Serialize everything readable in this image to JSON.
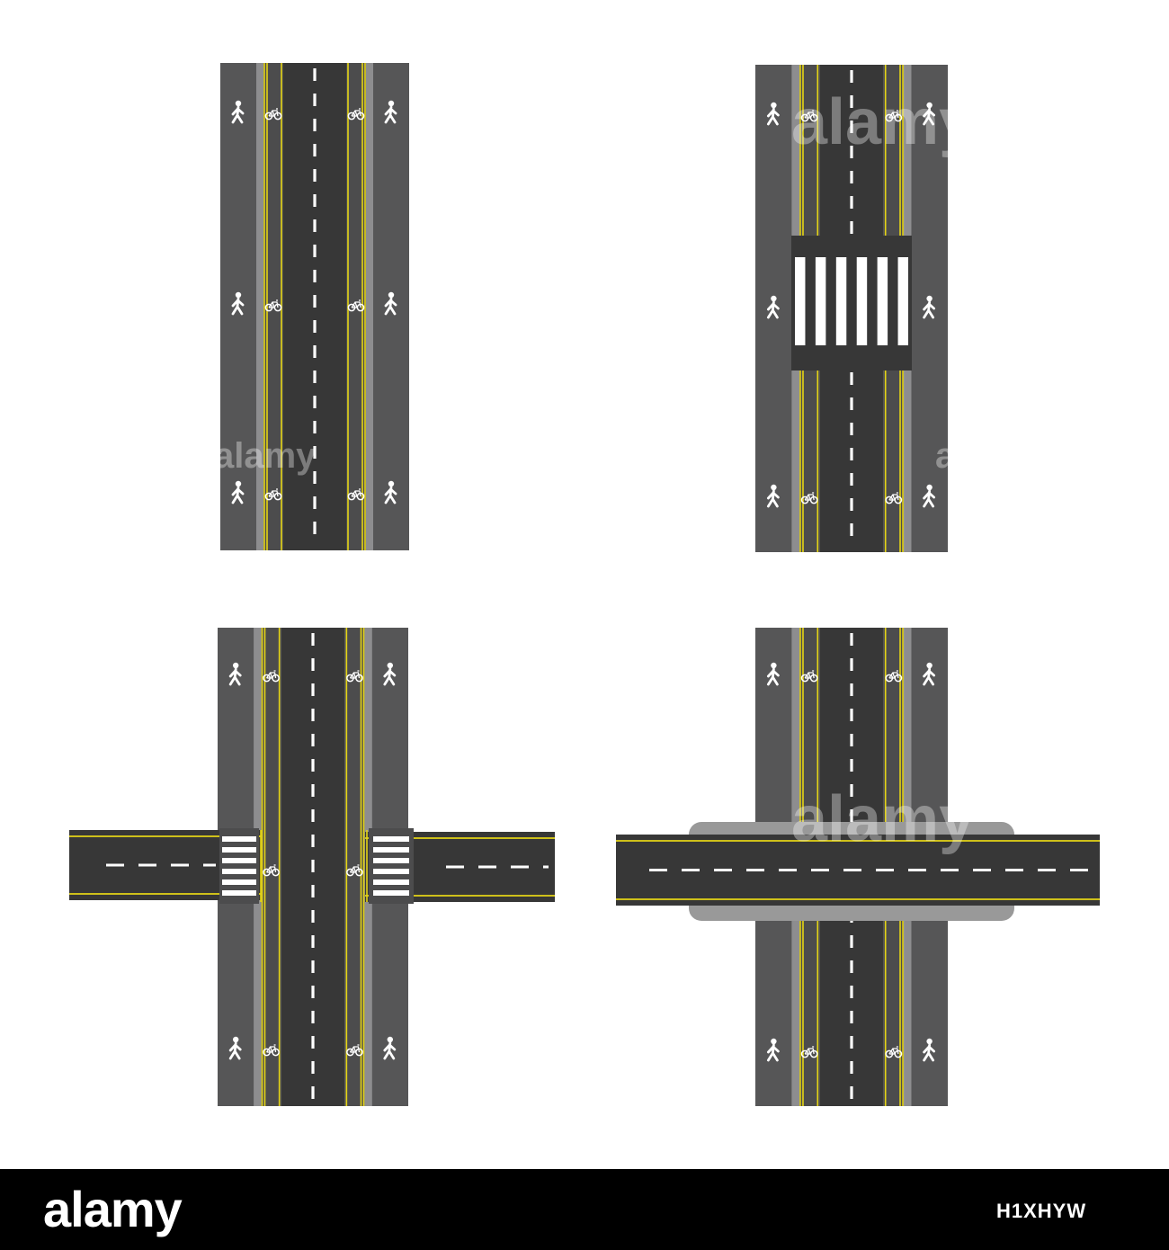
{
  "watermark": {
    "text": "alamy"
  },
  "footer": {
    "brand": "alamy",
    "image_code": "H1XHYW"
  },
  "colors": {
    "sidewalk": "#565657",
    "curb": "#8d8d8f",
    "bikelane": "#4c4c4d",
    "road": "#373737",
    "yellow": "#e5d516",
    "white": "#ffffff",
    "overpass_base": "#999999"
  },
  "icons": {
    "pedestrian": "pedestrian-icon",
    "bicycle": "bicycle-icon"
  }
}
